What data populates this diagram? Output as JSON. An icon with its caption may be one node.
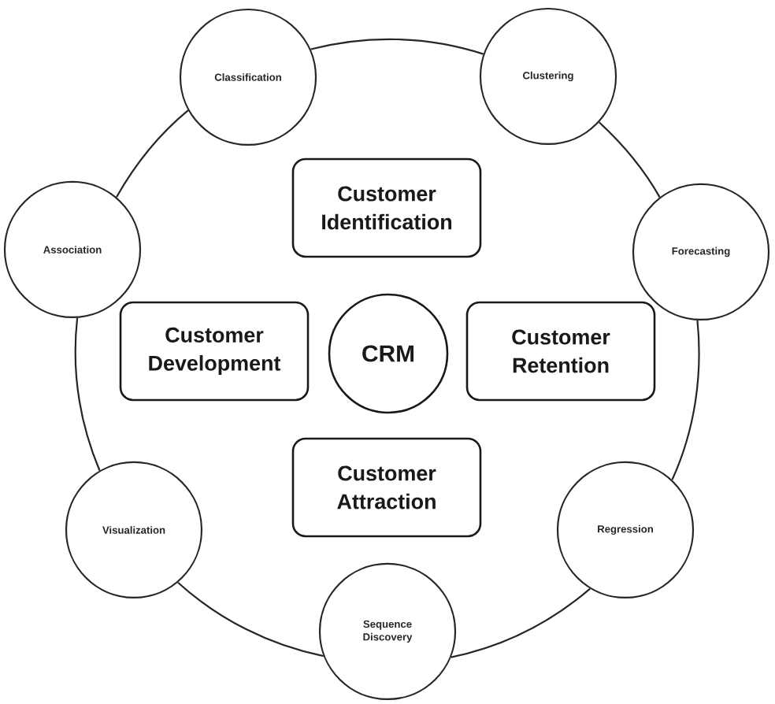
{
  "diagram": {
    "nodes": [
      {
        "text": [
          "Classification"
        ]
      },
      {
        "text": [
          "Clustering"
        ]
      },
      {
        "text": [
          "Association"
        ]
      },
      {
        "text": [
          "Customer Identification"
        ]
      },
      {
        "text": [
          "Forecasting"
        ]
      },
      {
        "text": [
          "Customer Development"
        ]
      },
      {
        "text": [
          "CRM"
        ]
      },
      {
        "text": [
          "Customer Retention"
        ]
      },
      {
        "text": [
          "Customer Attraction"
        ]
      },
      {
        "text": [
          "Visualization"
        ]
      },
      {
        "text": [
          "Regression"
        ]
      },
      {
        "text": [
          "Sequence Discovery"
        ]
      }
    ],
    "edges": [
      {
        "from": 0,
        "to": 1,
        "arrow": "none"
      },
      {
        "from": 1,
        "to": 4,
        "arrow": "none"
      },
      {
        "from": 4,
        "to": 10,
        "arrow": "none"
      },
      {
        "from": 10,
        "to": 11,
        "arrow": "none"
      },
      {
        "from": 11,
        "to": 9,
        "arrow": "none"
      },
      {
        "from": 9,
        "to": 2,
        "arrow": "none"
      },
      {
        "from": 2,
        "to": 0,
        "arrow": "none"
      }
    ]
  }
}
